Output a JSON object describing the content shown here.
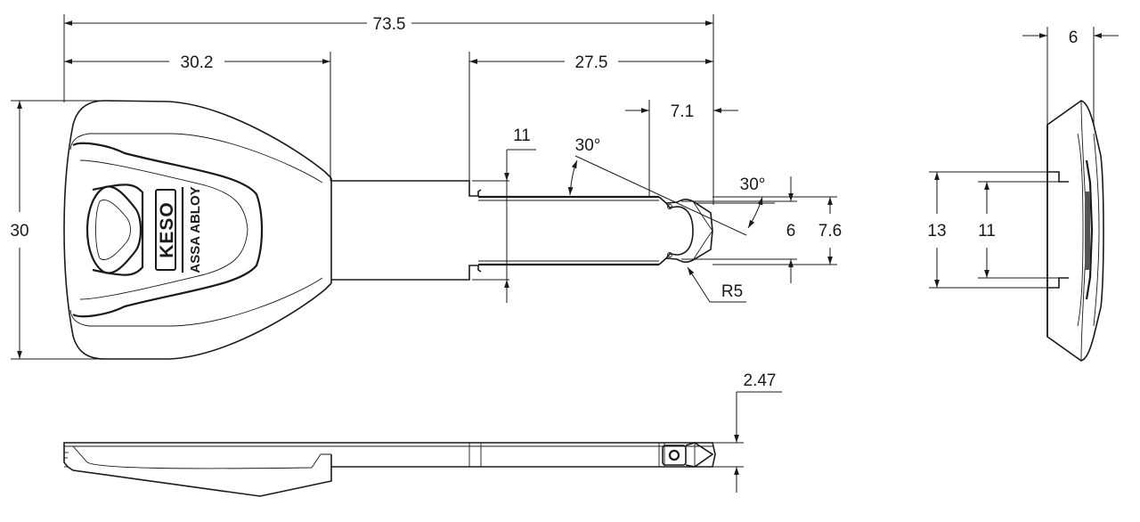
{
  "drawing": {
    "dimensions": {
      "overall_length": "73.5",
      "head_length": "30.2",
      "blade_length": "27.5",
      "tip_length": "7.1",
      "head_height": "30",
      "groove_offset": "11",
      "angle_top": "30°",
      "angle_tip": "30°",
      "tip_width": "6",
      "blade_width": "7.6",
      "tip_radius": "R5",
      "side_width": "6",
      "side_height_outer": "13",
      "side_height_inner": "11",
      "blade_thickness": "2.47"
    },
    "logo": {
      "brand": "KESO",
      "maker": "ASSA ABLOY"
    }
  }
}
